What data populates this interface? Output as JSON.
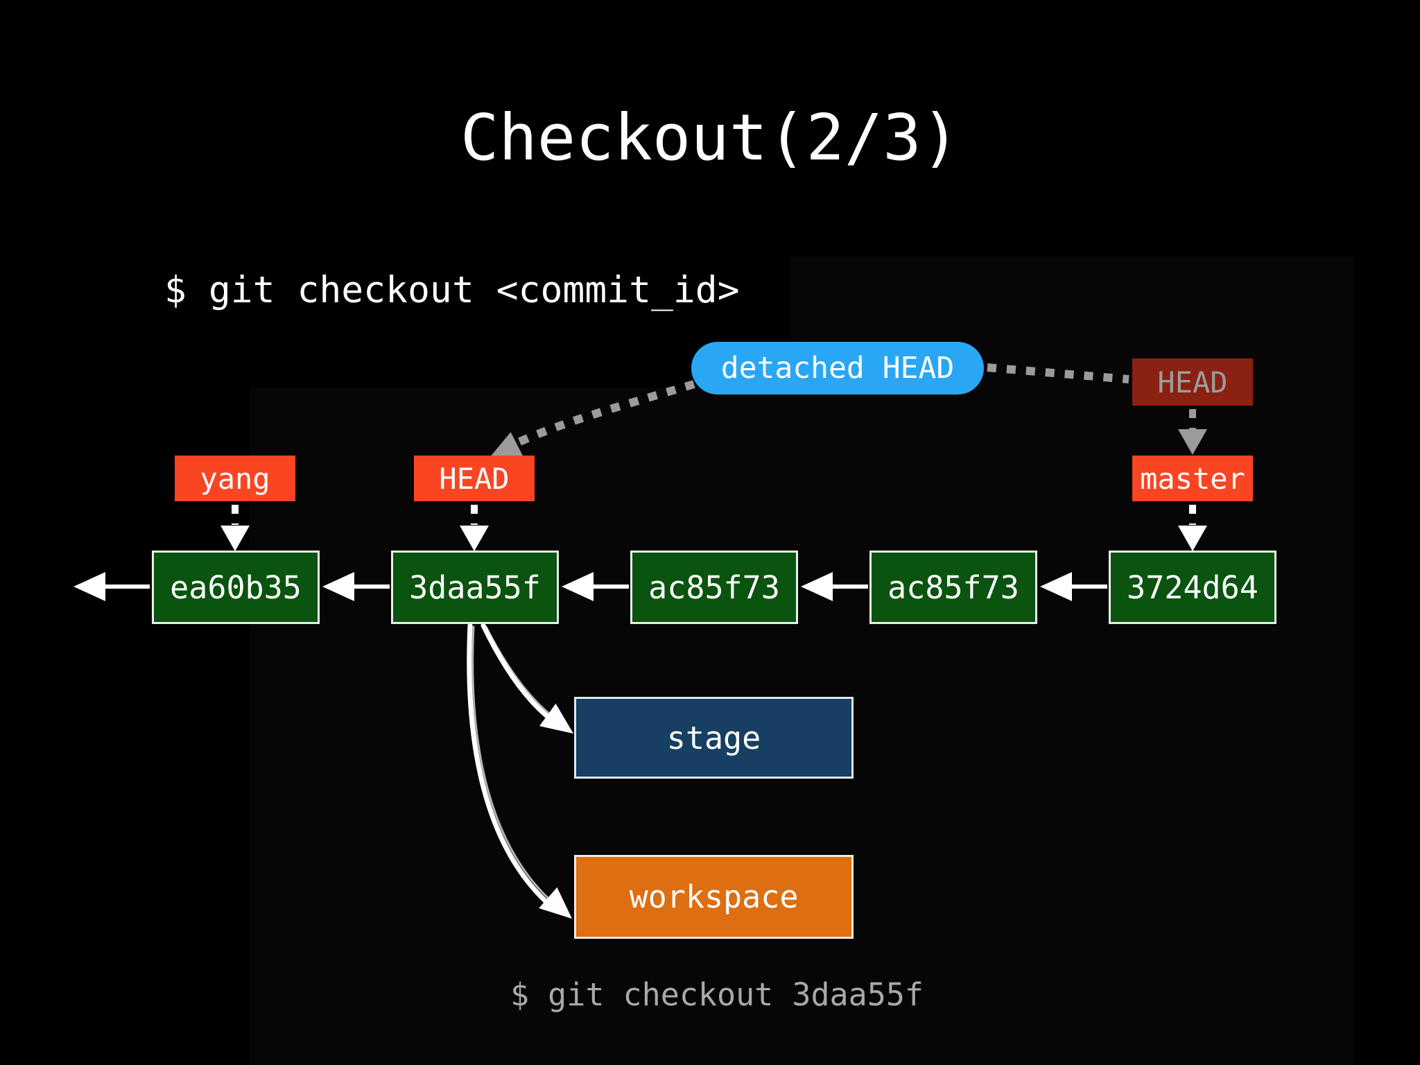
{
  "slide": {
    "title": "Checkout(2/3)",
    "command": "$ git checkout <commit_id>",
    "footer_command": "$ git checkout 3daa55f"
  },
  "callout": {
    "label": "detached HEAD"
  },
  "pointers": {
    "old_head": {
      "label": "HEAD"
    },
    "yang": {
      "label": "yang"
    },
    "head": {
      "label": "HEAD"
    },
    "master": {
      "label": "master"
    }
  },
  "commits": [
    {
      "id": "ea60b35"
    },
    {
      "id": "3daa55f"
    },
    {
      "id": "ac85f73"
    },
    {
      "id": "ac85f73"
    },
    {
      "id": "3724d64"
    }
  ],
  "areas": [
    {
      "label": "stage"
    },
    {
      "label": "workspace"
    }
  ],
  "colors": {
    "background": "#000000",
    "branch_label": "#fa4522",
    "commit_box": "#0a5410",
    "commit_border": "#e9efe9",
    "detached_callout": "#29a7f5",
    "old_head_box": "#8a2113",
    "old_head_text": "#9c9c9c",
    "stage_box": "#173f63",
    "workspace_box": "#dd6e12",
    "muted_text": "#a9a9a9",
    "dotted_gray": "#9b9b9b",
    "white": "#ffffff"
  }
}
